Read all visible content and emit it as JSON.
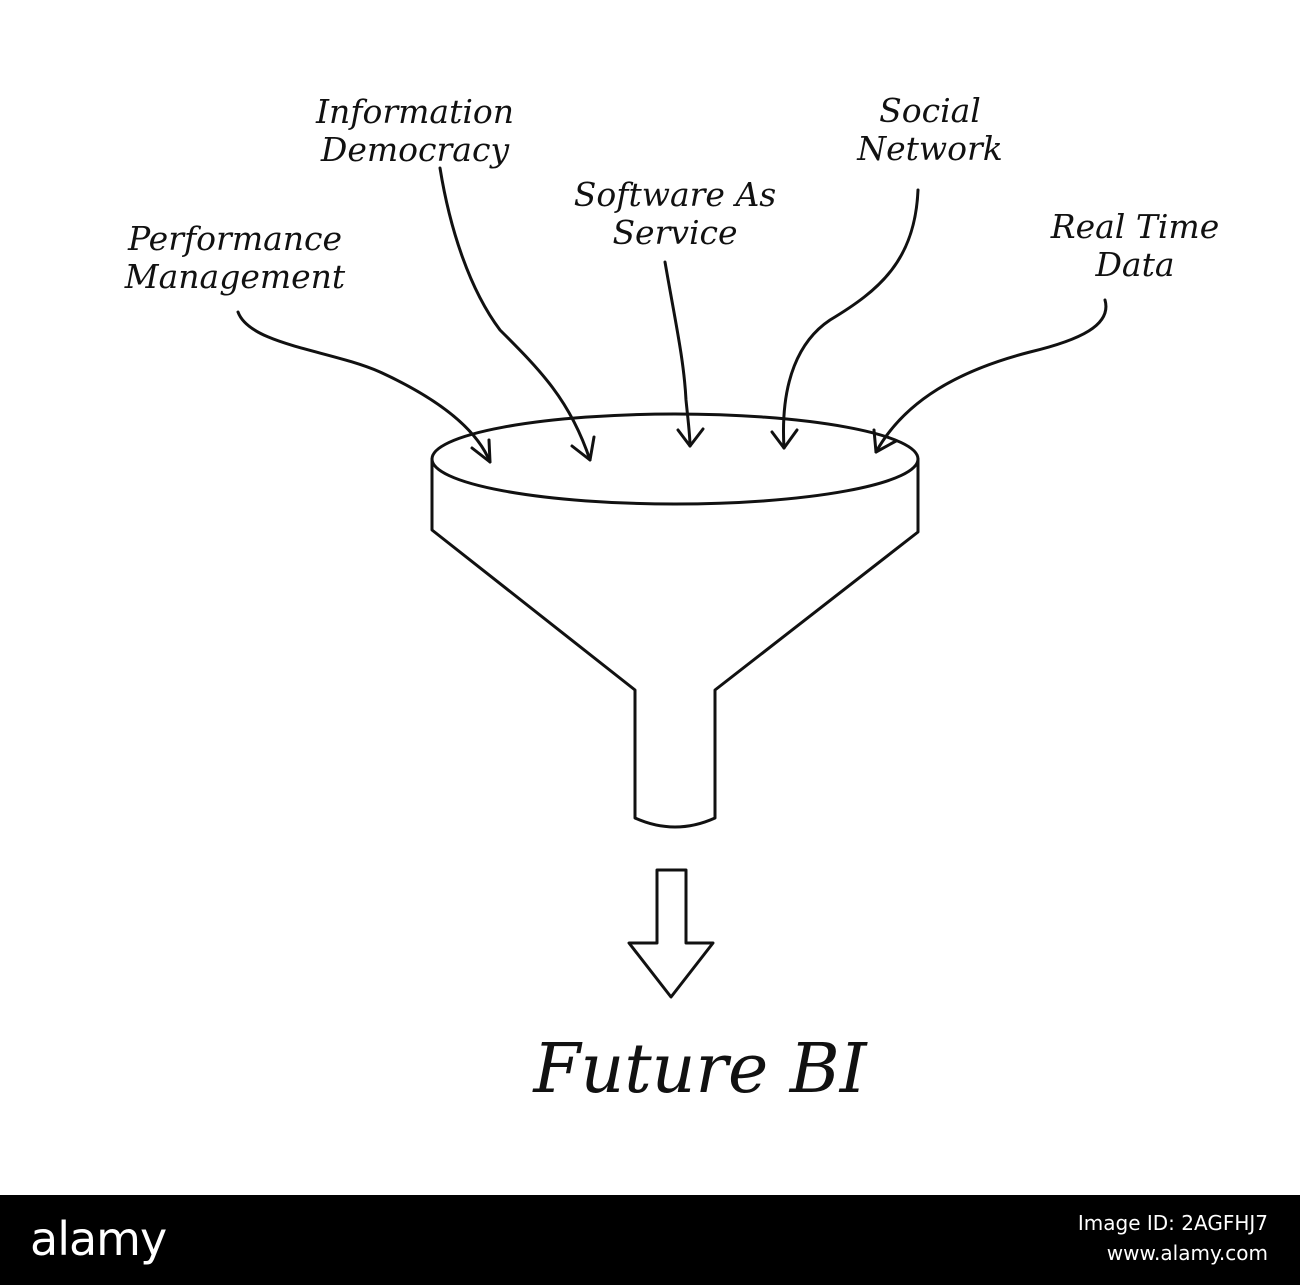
{
  "inputs": [
    {
      "line1": "Performance",
      "line2": "Management"
    },
    {
      "line1": "Information",
      "line2": "Democracy"
    },
    {
      "line1": "Software As",
      "line2": "Service"
    },
    {
      "line1": "Social",
      "line2": "Network"
    },
    {
      "line1": "Real Time",
      "line2": "Data"
    }
  ],
  "output": {
    "label": "Future BI"
  },
  "footer": {
    "brand": "alamy",
    "image_id": "Image ID: 2AGFHJ7",
    "site": "www.alamy.com"
  },
  "colors": {
    "ink": "#111111",
    "background": "#ffffff",
    "footer_bg": "#000000",
    "footer_text": "#ffffff"
  },
  "icons": [
    "funnel-icon",
    "down-arrow-icon"
  ]
}
